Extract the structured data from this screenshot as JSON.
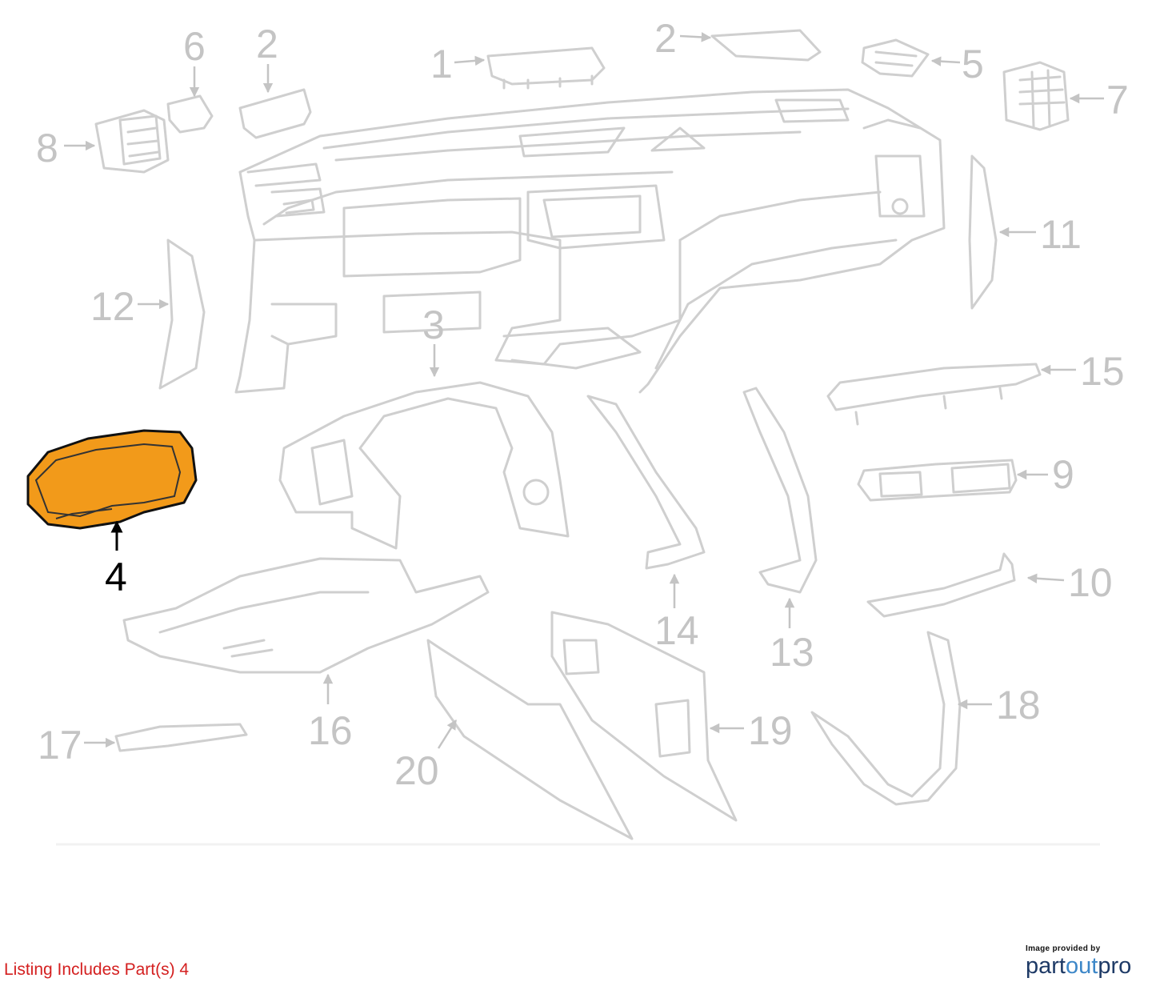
{
  "callouts": [
    {
      "num": "1",
      "highlighted": false
    },
    {
      "num": "2",
      "highlighted": false
    },
    {
      "num": "2",
      "highlighted": false
    },
    {
      "num": "3",
      "highlighted": false
    },
    {
      "num": "4",
      "highlighted": true
    },
    {
      "num": "5",
      "highlighted": false
    },
    {
      "num": "6",
      "highlighted": false
    },
    {
      "num": "7",
      "highlighted": false
    },
    {
      "num": "8",
      "highlighted": false
    },
    {
      "num": "9",
      "highlighted": false
    },
    {
      "num": "10",
      "highlighted": false
    },
    {
      "num": "11",
      "highlighted": false
    },
    {
      "num": "12",
      "highlighted": false
    },
    {
      "num": "13",
      "highlighted": false
    },
    {
      "num": "14",
      "highlighted": false
    },
    {
      "num": "15",
      "highlighted": false
    },
    {
      "num": "16",
      "highlighted": false
    },
    {
      "num": "17",
      "highlighted": false
    },
    {
      "num": "18",
      "highlighted": false
    },
    {
      "num": "19",
      "highlighted": false
    },
    {
      "num": "20",
      "highlighted": false
    }
  ],
  "caption": "Listing Includes Part(s) 4",
  "logo": {
    "tagline": "Image provided by",
    "name_part1": "part",
    "name_part2": "out",
    "name_part3": "pro"
  },
  "colors": {
    "highlight_fill": "#f29a1a",
    "part_line": "#cfcfcf",
    "callout_text": "#c4c4c4",
    "caption_text": "#d42020",
    "logo_dark": "#1e3a66",
    "logo_blue": "#3d87c8"
  }
}
